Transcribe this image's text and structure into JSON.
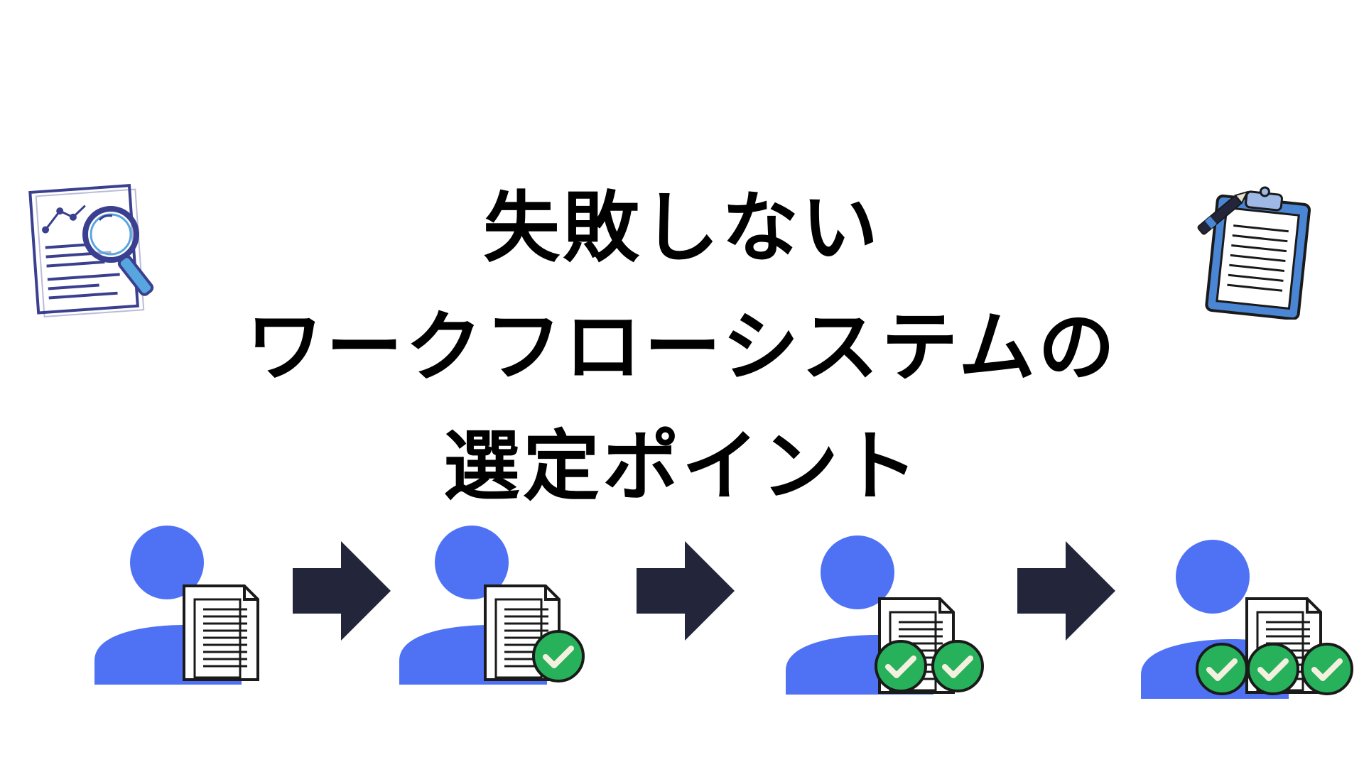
{
  "title": {
    "line1": "失敗しない",
    "line2": "ワークフローシステムの",
    "line3": "選定ポイント"
  },
  "icons": {
    "left_decoration": "document-magnifier-icon",
    "right_decoration": "clipboard-pen-icon",
    "person": "person-icon",
    "document": "document-icon",
    "check": "check-badge-icon",
    "arrow": "arrow-right-icon"
  },
  "colors": {
    "person": "#4f72f5",
    "arrow": "#23263a",
    "check": "#27b15a",
    "clipboard": "#4a86d4",
    "magnifier": "#58a6e0",
    "outline": "#1a1a1a"
  },
  "flow_steps": [
    {
      "approvals": 0
    },
    {
      "approvals": 1
    },
    {
      "approvals": 2
    },
    {
      "approvals": 3
    }
  ]
}
